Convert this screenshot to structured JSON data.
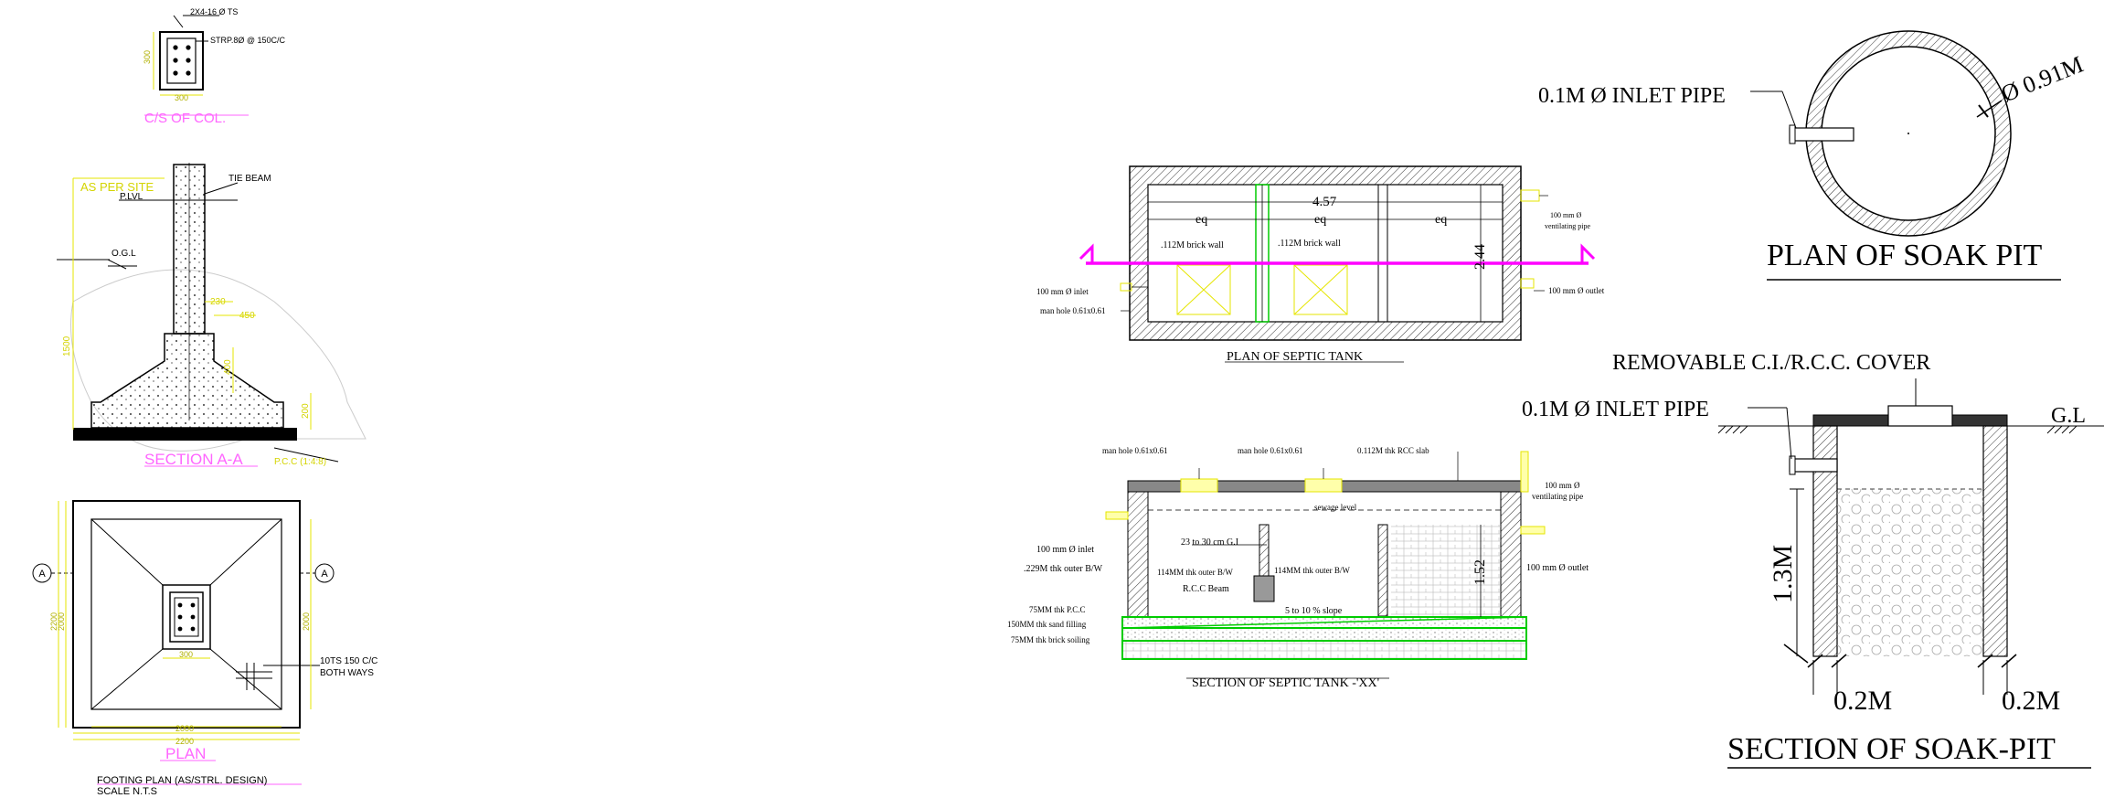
{
  "footing": {
    "column": {
      "bars": "2X4-16 Ø TS",
      "stirrups": "STRP.8Ø @ 150C/C",
      "dim_v": "300",
      "dim_h": "300",
      "title": "C/S OF COL."
    },
    "section": {
      "as_per_site": "AS PER SITE",
      "plinth": "P.LVL",
      "tie_beam": "TIE BEAM",
      "ogl": "O.G.L",
      "dim_230": "230",
      "dim_450": "450",
      "dim_vert": "1500",
      "dim_slope": "400",
      "dim_base": "200",
      "pcc": "P.C.C (1:4:8)",
      "title": "SECTION  A-A"
    },
    "plan": {
      "marker_left": "A",
      "marker_right": "A",
      "dim_inner_v": "2000",
      "dim_outer_v": "2200",
      "dim_right": "2000",
      "dim_col": "300",
      "dim_inner_h": "2000",
      "dim_outer_h": "2200",
      "reinf_1": "10TS 150 C/C",
      "reinf_2": "BOTH WAYS",
      "title": "PLAN",
      "caption_1": "FOOTING PLAN (AS/STRL. DESIGN)",
      "caption_2": "SCALE   N.T.S"
    }
  },
  "septic_plan": {
    "length": "4.57",
    "eq": [
      "eq",
      "eq",
      "eq"
    ],
    "width": "2.44",
    "wall_1": ".112M brick wall",
    "wall_2": ".112M brick wall",
    "vent": [
      "100 mm Ø",
      "ventilating pipe"
    ],
    "inlet": "100 mm Ø inlet",
    "outlet": "100 mm Ø outlet",
    "manhole": "man hole 0.61x0.61",
    "title": "PLAN OF SEPTIC TANK"
  },
  "septic_section": {
    "manhole_1": "man hole 0.61x0.61",
    "manhole_2": "man hole 0.61x0.61",
    "slab": "0.112M thk RCC slab",
    "vent": [
      "100 mm Ø",
      "ventilating pipe"
    ],
    "sewage": "sewage level",
    "gi": "23 to 30 cm G.I",
    "inlet": "100 mm Ø inlet",
    "outer_bw": ".229M thk outer B/W",
    "bw_1": "114MM thk outer B/W",
    "bw_2": "114MM thk outer B/W",
    "beam": "R.C.C Beam",
    "depth": "1.52",
    "outlet": "100 mm Ø outlet",
    "slope": "5 to 10 % slope",
    "pcc": "75MM thk P.C.C",
    "sand": "150MM thk sand filling",
    "brick": "75MM thk brick soiling",
    "title": "SECTION OF SEPTIC TANK -'XX'"
  },
  "soak_plan": {
    "inlet": "0.1M Ø INLET PIPE",
    "dia": "Ø 0.91M",
    "title": "PLAN OF SOAK PIT"
  },
  "soak_section": {
    "cover": "REMOVABLE  C.I./R.C.C. COVER",
    "inlet": "0.1M Ø INLET PIPE",
    "gl": "G.L",
    "depth": "1.3M",
    "wall_left": "0.2M",
    "wall_right": "0.2M",
    "title": "SECTION OF SOAK-PIT"
  }
}
